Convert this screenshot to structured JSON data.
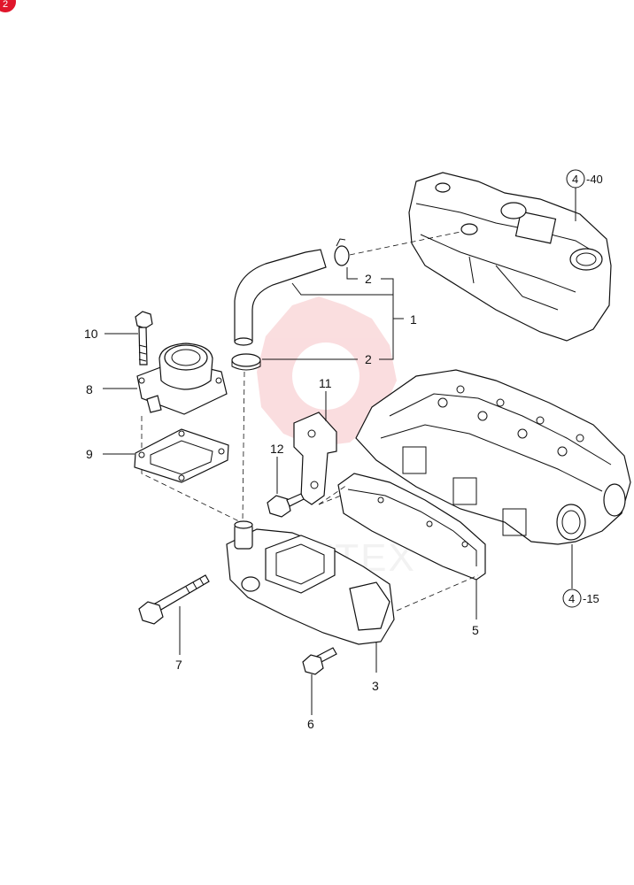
{
  "badge": {
    "text": "2",
    "color": "#e0162b"
  },
  "watermark": {
    "text": "SHIFTEX",
    "color": "#f4b6b9"
  },
  "callouts": {
    "c1": "1",
    "c2a": "2",
    "c2b": "2",
    "c3": "3",
    "c5": "5",
    "c6": "6",
    "c7": "7",
    "c8": "8",
    "c9": "9",
    "c10": "10",
    "c11": "11",
    "c12": "12"
  },
  "refs": {
    "r1_circle": "4",
    "r1_suffix": "-40",
    "r2_circle": "4",
    "r2_suffix": "-15"
  }
}
